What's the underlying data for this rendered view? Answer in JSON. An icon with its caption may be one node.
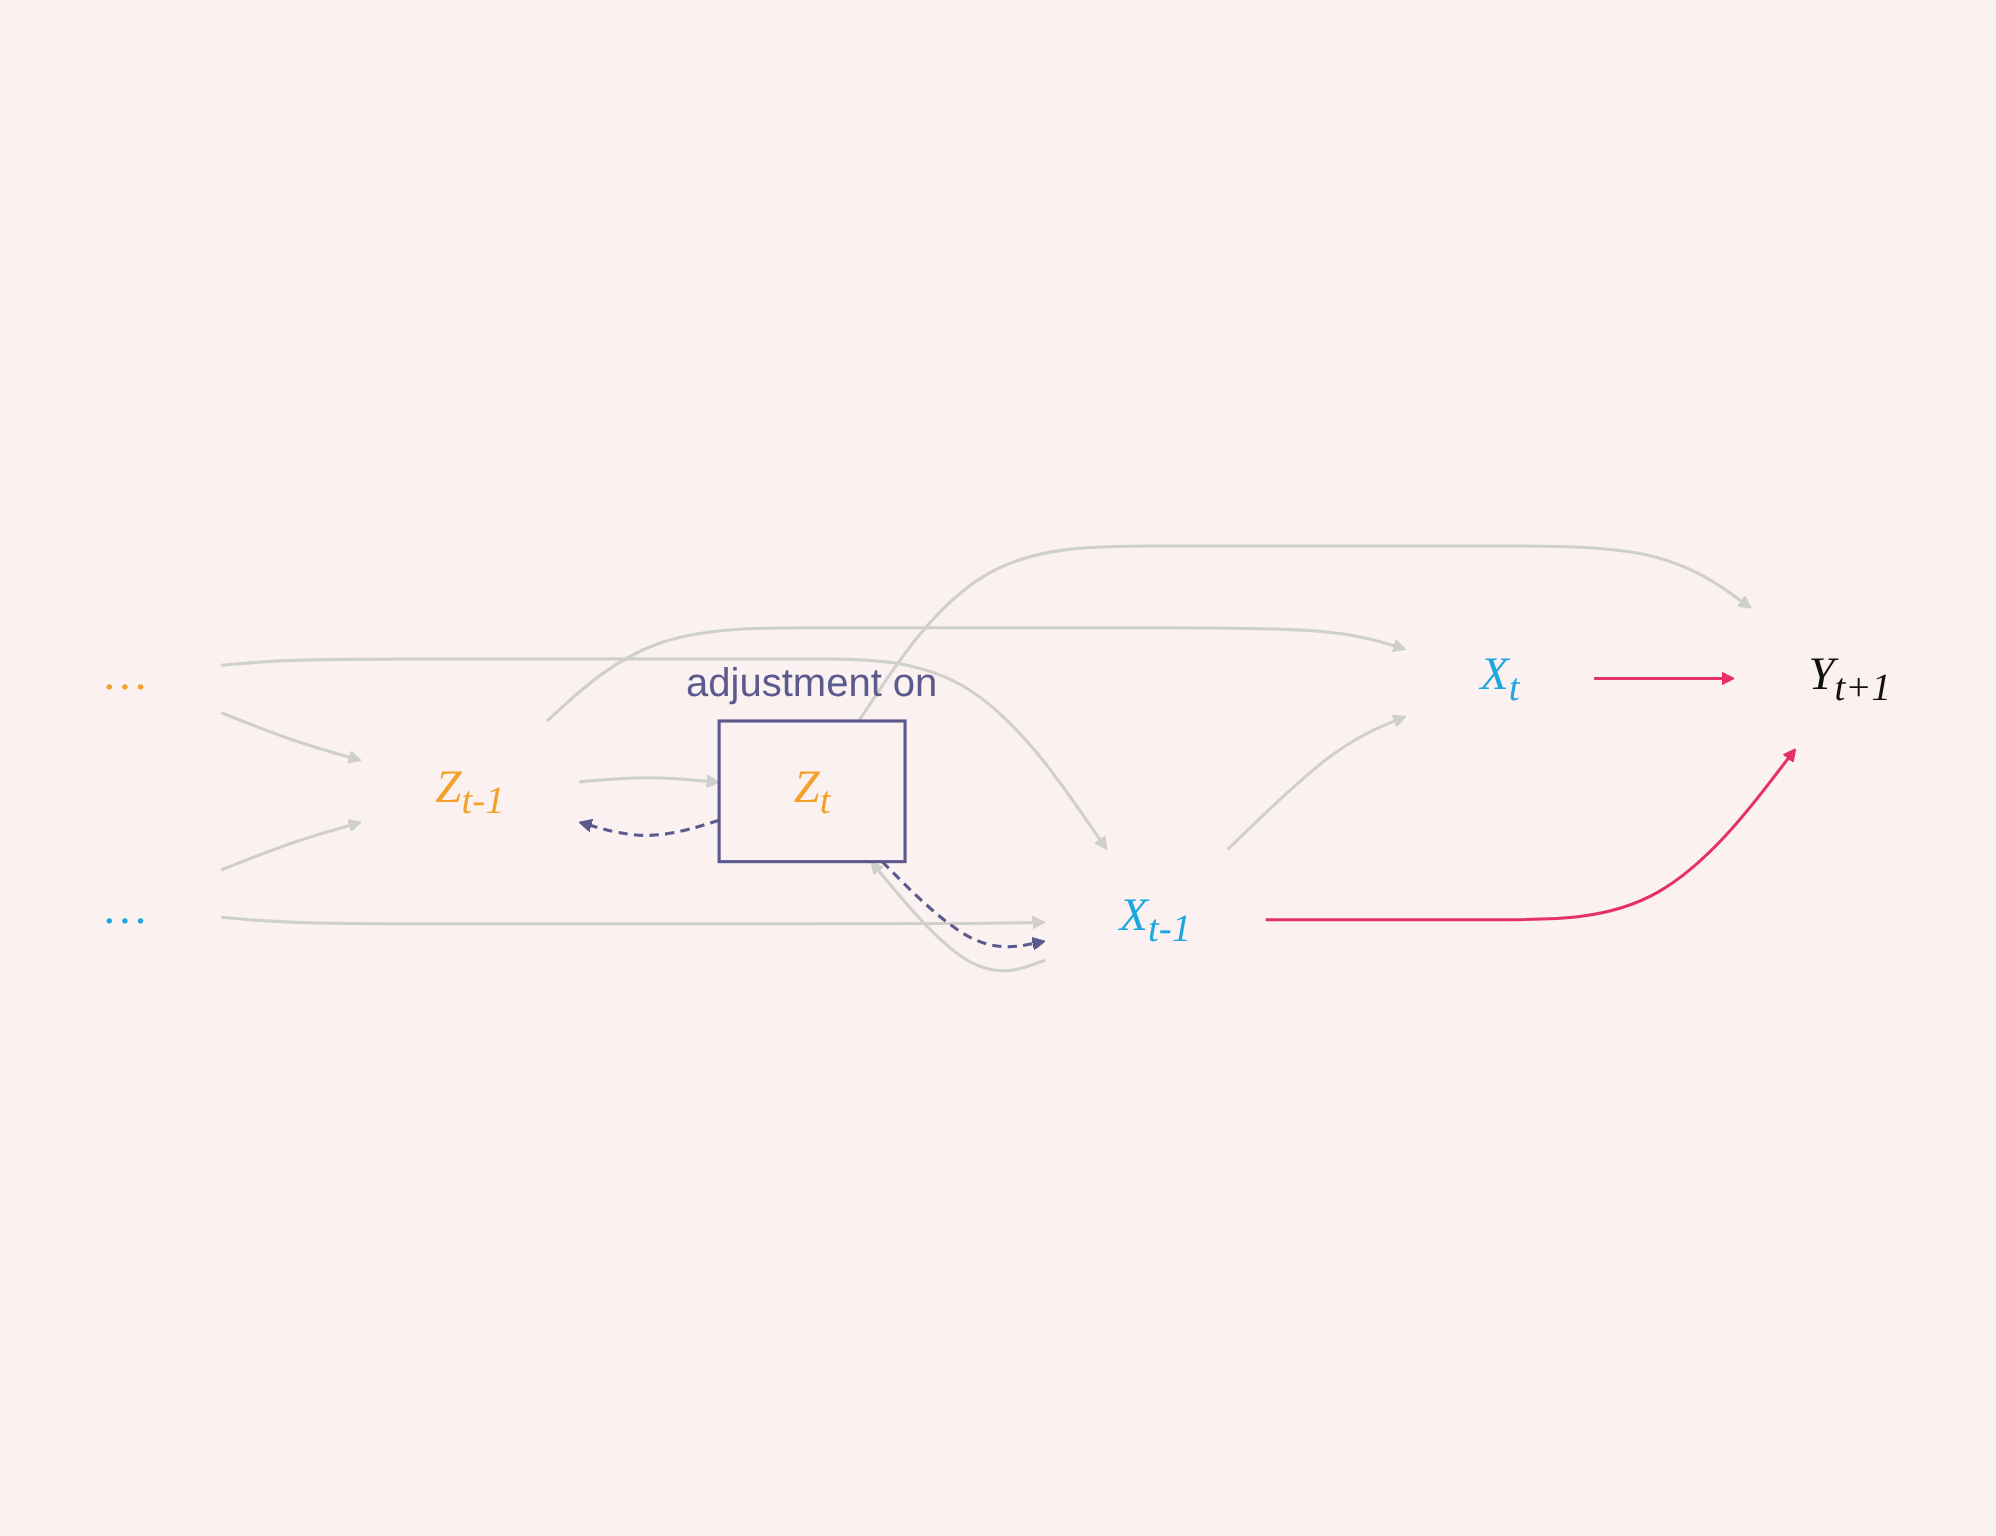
{
  "diagram": {
    "nodes": [
      {
        "text": [
          "…"
        ]
      },
      {
        "text": [
          "…"
        ]
      },
      {
        "text": [
          "Z$_{t-1}$"
        ]
      },
      {
        "text": [
          "X$_{t-1}$"
        ]
      },
      {
        "text": [
          "Z$_{t}$"
        ],
        "beside": [
          "adjustment on"
        ]
      },
      {
        "text": [
          "X$_{t}$"
        ]
      },
      {
        "text": [
          "Y$_{t+1}$"
        ]
      }
    ],
    "edges": [
      {
        "from": 0,
        "to": 2,
        "arrow": "to"
      },
      {
        "from": 0,
        "to": 3,
        "arrow": "to"
      },
      {
        "from": 1,
        "to": 2,
        "arrow": "to"
      },
      {
        "from": 1,
        "to": 3,
        "arrow": "to"
      },
      {
        "from": 2,
        "to": 4,
        "arrow": "to"
      },
      {
        "from": 2,
        "to": 5,
        "arrow": "to"
      },
      {
        "from": 3,
        "to": 4,
        "arrow": "to"
      },
      {
        "from": 3,
        "to": 5,
        "arrow": "to"
      },
      {
        "from": 4,
        "to": 2,
        "arrow": "to",
        "style": "dashed",
        "color": "#5b5a8c"
      },
      {
        "from": 4,
        "to": 3,
        "arrow": "to",
        "style": "dashed",
        "color": "#5b5a8c"
      },
      {
        "from": 4,
        "to": 6,
        "arrow": "to"
      },
      {
        "from": 5,
        "to": 6,
        "arrow": "to",
        "color": "#e5306a"
      },
      {
        "from": 3,
        "to": 6,
        "arrow": "to",
        "color": "#e5306a"
      }
    ]
  }
}
